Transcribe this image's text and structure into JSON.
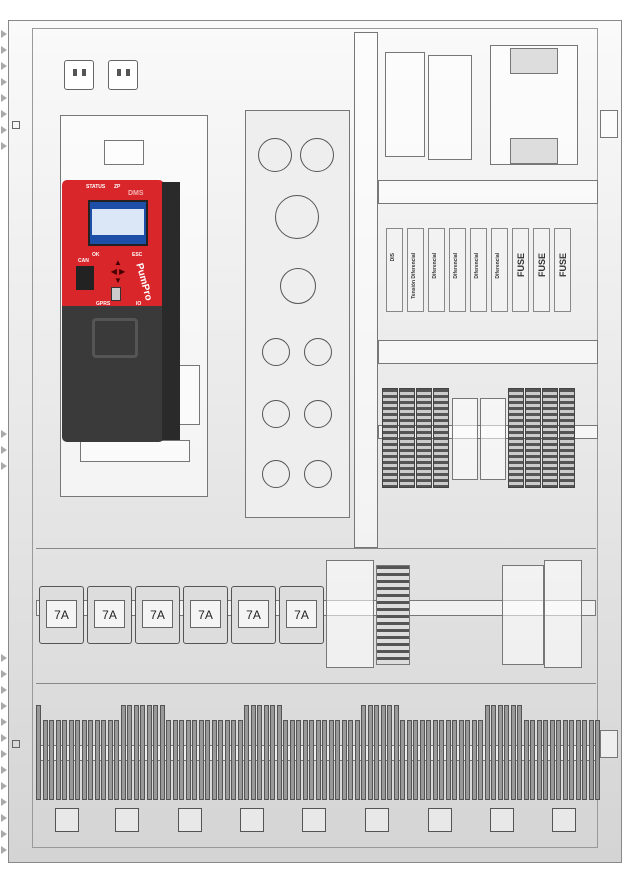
{
  "drive": {
    "status": "STATUS",
    "zp": "ZP",
    "brand": "DMS",
    "ok": "OK",
    "esc": "ESC",
    "can": "CAN",
    "gprs": "GPRS",
    "io": "IO",
    "model": "PumPro",
    "color": "#d8262a"
  },
  "breakers": [
    "DIS",
    "Tensión Diferencial",
    "Diferencial",
    "Diferencial",
    "Diferencial",
    "Diferencial",
    "FUSE",
    "FUSE",
    "FUSE"
  ],
  "fuses": [
    "7A",
    "7A",
    "7A",
    "7A",
    "7A",
    "7A"
  ]
}
